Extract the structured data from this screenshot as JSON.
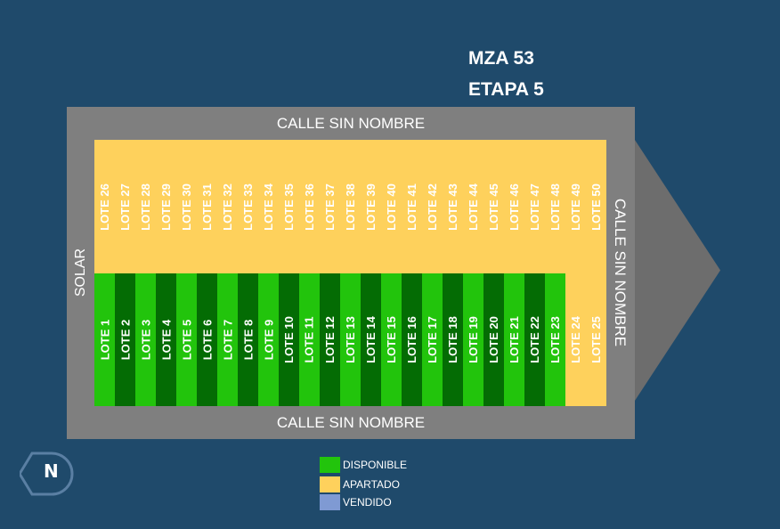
{
  "header": {
    "manzana": "MZA 53",
    "etapa": "ETAPA 5"
  },
  "streets": {
    "top": "CALLE SIN NOMBRE",
    "bottom": "CALLE SIN NOMBRE",
    "right": "CALLE SIN NOMBRE",
    "left": "SOLAR"
  },
  "colors": {
    "disponible": "#22c40c",
    "disponible_alt": "#046c04",
    "apartado": "#fed15c",
    "vendido": "#7f9ad3"
  },
  "lots_bottom": [
    {
      "label": "LOTE 1",
      "status": "disponible"
    },
    {
      "label": "LOTE 2",
      "status": "disponible"
    },
    {
      "label": "LOTE 3",
      "status": "disponible"
    },
    {
      "label": "LOTE 4",
      "status": "disponible"
    },
    {
      "label": "LOTE 5",
      "status": "disponible"
    },
    {
      "label": "LOTE 6",
      "status": "disponible"
    },
    {
      "label": "LOTE 7",
      "status": "disponible"
    },
    {
      "label": "LOTE 8",
      "status": "disponible"
    },
    {
      "label": "LOTE 9",
      "status": "disponible"
    },
    {
      "label": "LOTE 10",
      "status": "disponible"
    },
    {
      "label": "LOTE 11",
      "status": "disponible"
    },
    {
      "label": "LOTE 12",
      "status": "disponible"
    },
    {
      "label": "LOTE 13",
      "status": "disponible"
    },
    {
      "label": "LOTE 14",
      "status": "disponible"
    },
    {
      "label": "LOTE 15",
      "status": "disponible"
    },
    {
      "label": "LOTE 16",
      "status": "disponible"
    },
    {
      "label": "LOTE 17",
      "status": "disponible"
    },
    {
      "label": "LOTE 18",
      "status": "disponible"
    },
    {
      "label": "LOTE 19",
      "status": "disponible"
    },
    {
      "label": "LOTE 20",
      "status": "disponible"
    },
    {
      "label": "LOTE 21",
      "status": "disponible"
    },
    {
      "label": "LOTE 22",
      "status": "disponible"
    },
    {
      "label": "LOTE 23",
      "status": "disponible"
    },
    {
      "label": "LOTE 24",
      "status": "apartado"
    },
    {
      "label": "LOTE 25",
      "status": "apartado"
    }
  ],
  "lots_top": [
    {
      "label": "LOTE 26",
      "status": "apartado"
    },
    {
      "label": "LOTE 27",
      "status": "apartado"
    },
    {
      "label": "LOTE 28",
      "status": "apartado"
    },
    {
      "label": "LOTE 29",
      "status": "apartado"
    },
    {
      "label": "LOTE 30",
      "status": "apartado"
    },
    {
      "label": "LOTE 31",
      "status": "apartado"
    },
    {
      "label": "LOTE 32",
      "status": "apartado"
    },
    {
      "label": "LOTE 33",
      "status": "apartado"
    },
    {
      "label": "LOTE 34",
      "status": "apartado"
    },
    {
      "label": "LOTE 35",
      "status": "apartado"
    },
    {
      "label": "LOTE 36",
      "status": "apartado"
    },
    {
      "label": "LOTE 37",
      "status": "apartado"
    },
    {
      "label": "LOTE 38",
      "status": "apartado"
    },
    {
      "label": "LOTE 39",
      "status": "apartado"
    },
    {
      "label": "LOTE 40",
      "status": "apartado"
    },
    {
      "label": "LOTE 41",
      "status": "apartado"
    },
    {
      "label": "LOTE 42",
      "status": "apartado"
    },
    {
      "label": "LOTE 43",
      "status": "apartado"
    },
    {
      "label": "LOTE 44",
      "status": "apartado"
    },
    {
      "label": "LOTE 45",
      "status": "apartado"
    },
    {
      "label": "LOTE 46",
      "status": "apartado"
    },
    {
      "label": "LOTE 47",
      "status": "apartado"
    },
    {
      "label": "LOTE 48",
      "status": "apartado"
    },
    {
      "label": "LOTE 49",
      "status": "apartado"
    },
    {
      "label": "LOTE 50",
      "status": "apartado"
    }
  ],
  "compass": {
    "label": "N"
  },
  "legend": [
    {
      "label": "DISPONIBLE",
      "color": "#22c40c"
    },
    {
      "label": "APARTADO",
      "color": "#fed15c"
    },
    {
      "label": "VENDIDO",
      "color": "#7f9ad3"
    }
  ]
}
